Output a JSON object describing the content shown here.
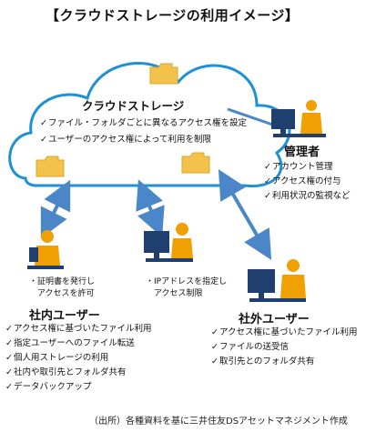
{
  "title": "【クラウドストレージの利用イメージ】",
  "cloud": {
    "label": "クラウドストレージ",
    "features": [
      "ファイル・フォルダごとに異なるアクセス権を設定",
      "ユーザーのアクセス権によって利用を制限"
    ]
  },
  "admin": {
    "label": "管理者",
    "items": [
      "アカウント管理",
      "アクセス権の付与",
      "利用状況の監視など"
    ]
  },
  "internal": {
    "label": "社内ユーザー",
    "note_cert": [
      "・証明書を発行し",
      "　アクセスを許可"
    ],
    "note_ip": [
      "・IPアドレスを指定し",
      "　アクセス制限"
    ],
    "items": [
      "アクセス権に基づいたファイル利用",
      "指定ユーザーへのファイル転送",
      "個人用ストレージの利用",
      "社内や取引先とフォルダ共有",
      "データバックアップ"
    ]
  },
  "external": {
    "label": "社外ユーザー",
    "items": [
      "アクセス権に基づいたファイル利用",
      "ファイルの送受信",
      "取引先とのフォルダ共有"
    ]
  },
  "source": "（出所）各種資料を基に三井住友DSアセットマネジメント作成",
  "colors": {
    "cloud_fill": "#ffffff",
    "cloud_stroke": "#1e90d6",
    "arrow": "#4a86c8",
    "folder": "#f2c24a",
    "monitor": "#1f3f6e",
    "person": "#f0a000"
  }
}
